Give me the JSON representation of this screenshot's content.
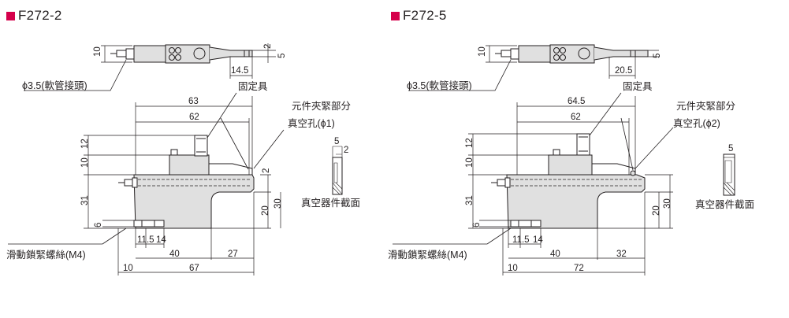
{
  "diagrams": [
    {
      "title": "F272-2",
      "brand_color": "#d5004b",
      "labels": {
        "tube_connector": "ϕ3.5(軟管接頭)",
        "fixture": "固定具",
        "clamp_part": "元件夾緊部分",
        "vacuum_hole": "真空孔(ϕ1)",
        "section": "真空器件截面",
        "slide_screw": "滑動鎖緊螺絲(M4)"
      },
      "top_view": {
        "dim_height": "10",
        "dim_len": "14.5",
        "dim_a": "2",
        "dim_b": "5"
      },
      "front_view": {
        "dim_63": "63",
        "dim_62": "62",
        "dim_12": "12",
        "dim_10": "10",
        "dim_31": "31",
        "dim_2": "2",
        "dim_20": "20",
        "dim_30": "30",
        "dim_6": "6",
        "dim_11_5": "11.5",
        "dim_14": "14",
        "dim_40": "40",
        "dim_right": "27",
        "dim_left10": "10",
        "dim_total": "67"
      },
      "section_view": {
        "dim_5": "5",
        "dim_2": "2"
      }
    },
    {
      "title": "F272-5",
      "brand_color": "#d5004b",
      "labels": {
        "tube_connector": "ϕ3.5(軟管接頭)",
        "fixture": "固定具",
        "clamp_part": "元件夾緊部分",
        "vacuum_hole": "真空孔(ϕ2)",
        "section": "真空器件截面",
        "slide_screw": "滑動鎖緊螺絲(M4)"
      },
      "top_view": {
        "dim_height": "10",
        "dim_len": "20.5",
        "dim_b": "5"
      },
      "front_view": {
        "dim_63": "64.5",
        "dim_62": "62",
        "dim_12": "12",
        "dim_10": "10",
        "dim_31": "31",
        "dim_20": "20",
        "dim_30": "30",
        "dim_6": "6",
        "dim_11_5": "11.5",
        "dim_14": "14",
        "dim_40": "40",
        "dim_right": "32",
        "dim_left10": "10",
        "dim_total": "72"
      },
      "section_view": {
        "dim_5": "5"
      }
    }
  ]
}
